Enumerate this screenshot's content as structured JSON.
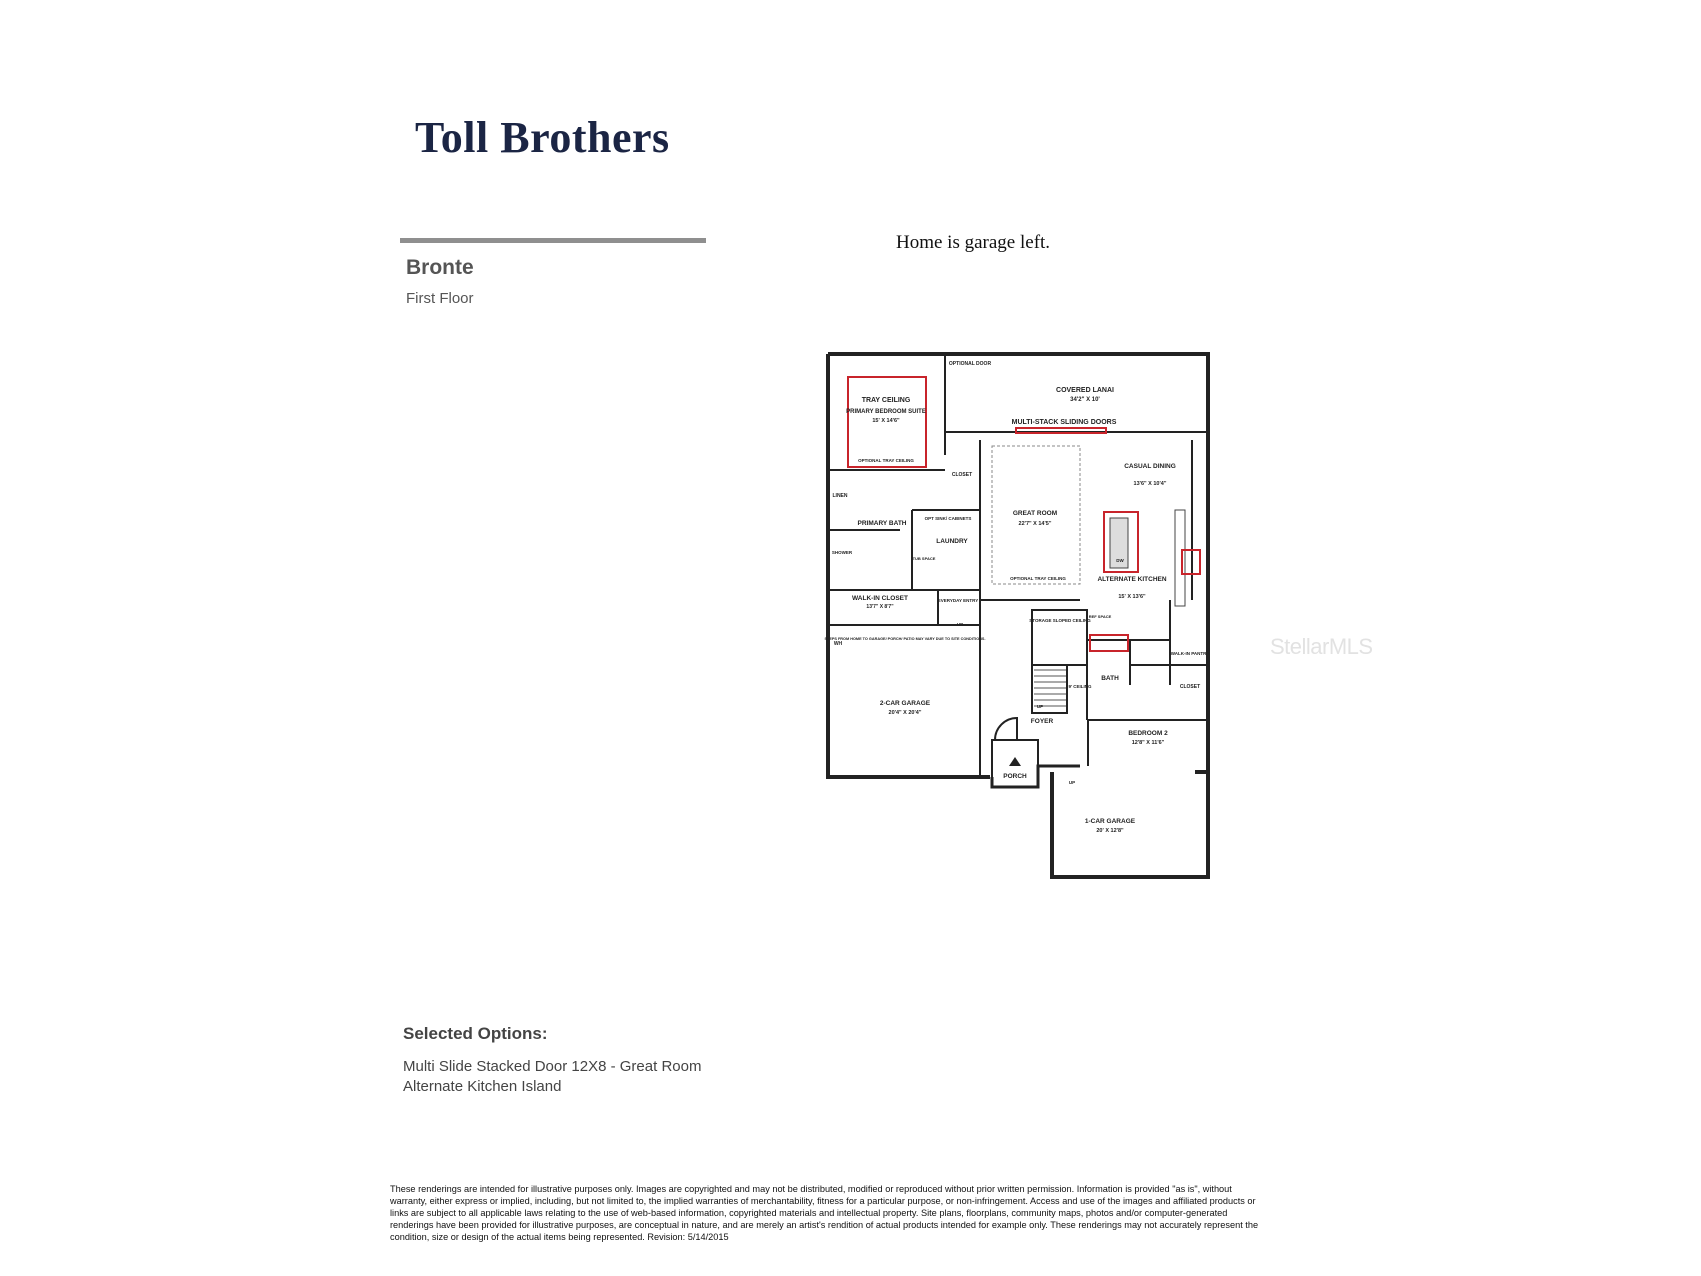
{
  "brand": {
    "name": "Toll Brothers"
  },
  "header": {
    "model_name": "Bronte",
    "floor_label": "First Floor"
  },
  "note": "Home is garage left.",
  "watermark": "StellarMLS",
  "floor_plan": {
    "labels": {
      "optional_door": "OPTIONAL DOOR",
      "covered_lanai": "COVERED LANAI",
      "covered_lanai_dim": "34'2\" X 10'",
      "multi_stack_doors": "MULTI-STACK SLIDING DOORS",
      "tray_ceiling": "TRAY CEILING",
      "primary_suite": "PRIMARY BEDROOM SUITE",
      "primary_suite_dim": "15' X 14'6\"",
      "optional_tray_ceiling": "OPTIONAL TRAY CEILING",
      "closet": "CLOSET",
      "linen": "LINEN",
      "primary_bath": "PRIMARY BATH",
      "shower": "SHOWER",
      "opt_sink": "OPT SINK/ CABINETS",
      "laundry": "LAUNDRY",
      "tub_space": "TUB SPACE",
      "walk_in_closet": "WALK-IN CLOSET",
      "walk_in_closet_dim": "13'7\" X 8'7\"",
      "everyday_entry": "EVERYDAY ENTRY",
      "great_room": "GREAT ROOM",
      "great_room_dim": "22'7\" X 14'5\"",
      "optional_tray_ceiling_gr": "OPTIONAL TRAY CEILING",
      "casual_dining": "CASUAL DINING",
      "casual_dining_dim": "13'6\" X 10'4\"",
      "dw": "DW",
      "alternate_kitchen": "ALTERNATE KITCHEN",
      "kitchen_dim": "15' X 13'6\"",
      "storage": "STORAGE SLOPED CEILING",
      "ref_space": "REF SPACE",
      "walk_in_pantry": "WALK-IN PANTRY",
      "closet_2": "CLOSET",
      "bath": "BATH",
      "ceiling": "9' CEILING",
      "steps_note": "STEPS FROM HOME TO GARAGE/ PORCH/ PATIO MAY VARY DUE TO SITE CONDITIONS.",
      "garage_2car": "2-CAR GARAGE",
      "garage_2car_dim": "20'4\" X 20'4\"",
      "foyer": "FOYER",
      "bedroom_2": "BEDROOM 2",
      "bedroom_2_dim": "12'8\" X 11'6\"",
      "porch": "PORCH",
      "garage_1car": "1-CAR GARAGE",
      "garage_1car_dim": "20' X 12'8\"",
      "up": "UP",
      "wh": "WH"
    },
    "highlight_color": "#c8242b"
  },
  "options": {
    "title": "Selected Options:",
    "items": [
      "Multi Slide Stacked Door 12X8 - Great Room",
      "Alternate Kitchen Island"
    ]
  },
  "disclaimer": "These renderings are intended for illustrative purposes only. Images are copyrighted and may not be distributed, modified or reproduced without prior written permission. Information is provided \"as is\", without warranty, either express or implied, including, but not limited to, the implied warranties of merchantability, fitness for a particular purpose, or non-infringement. Access and use of the images and affiliated products or links are subject to all applicable laws relating to the use of web-based information, copyrighted materials and intellectual property. Site plans, floorplans, community maps, photos and/or computer-generated renderings have been provided for illustrative purposes, are conceptual in nature, and are merely an artist's rendition of actual products intended for example only. These renderings may not accurately represent the condition, size or design of the actual items being represented. Revision: 5/14/2015"
}
